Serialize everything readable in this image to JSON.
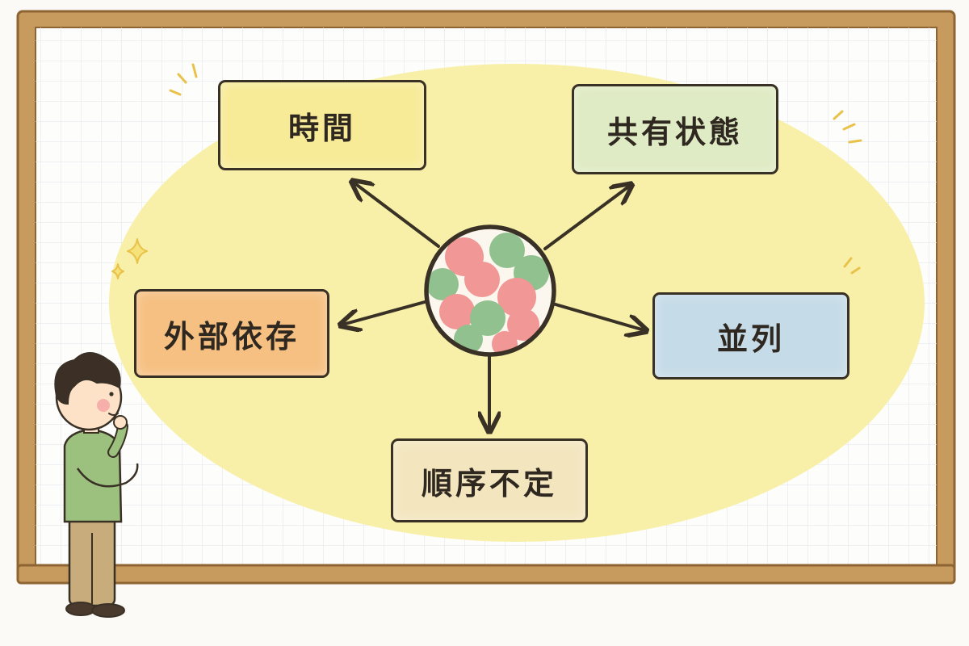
{
  "diagram": {
    "center": {
      "icon": "tangled-ball-icon",
      "colors": {
        "red": "#f08c8c",
        "green": "#86bb84"
      }
    },
    "nodes": [
      {
        "id": "time",
        "label": "時間",
        "fill": "#f7eb98"
      },
      {
        "id": "shared_state",
        "label": "共有状態",
        "fill": "#dfebc4"
      },
      {
        "id": "external_dependency",
        "label": "外部依存",
        "fill": "#f6c082"
      },
      {
        "id": "parallel",
        "label": "並列",
        "fill": "#c6dbe8"
      },
      {
        "id": "nondeterministic_order",
        "label": "順序不定",
        "fill": "#f3e6bf"
      }
    ],
    "connections": [
      {
        "from": "center",
        "to": "time"
      },
      {
        "from": "center",
        "to": "shared_state"
      },
      {
        "from": "center",
        "to": "external_dependency"
      },
      {
        "from": "center",
        "to": "parallel"
      },
      {
        "from": "center",
        "to": "nondeterministic_order"
      }
    ]
  },
  "colors": {
    "board_frame": "#c79a5e",
    "board_frame_dark": "#8d6432",
    "highlight": "#f8f0a8",
    "sparkle": "#e8c24a",
    "ink": "#3a3126",
    "grid": "#e4e8ee"
  },
  "person": {
    "pose": "thinking",
    "icon": "thinking-person-icon",
    "colors": {
      "hair": "#3b2f26",
      "sweater": "#9cc07e",
      "pants": "#c9ac7c",
      "skin": "#fde2c8"
    }
  }
}
